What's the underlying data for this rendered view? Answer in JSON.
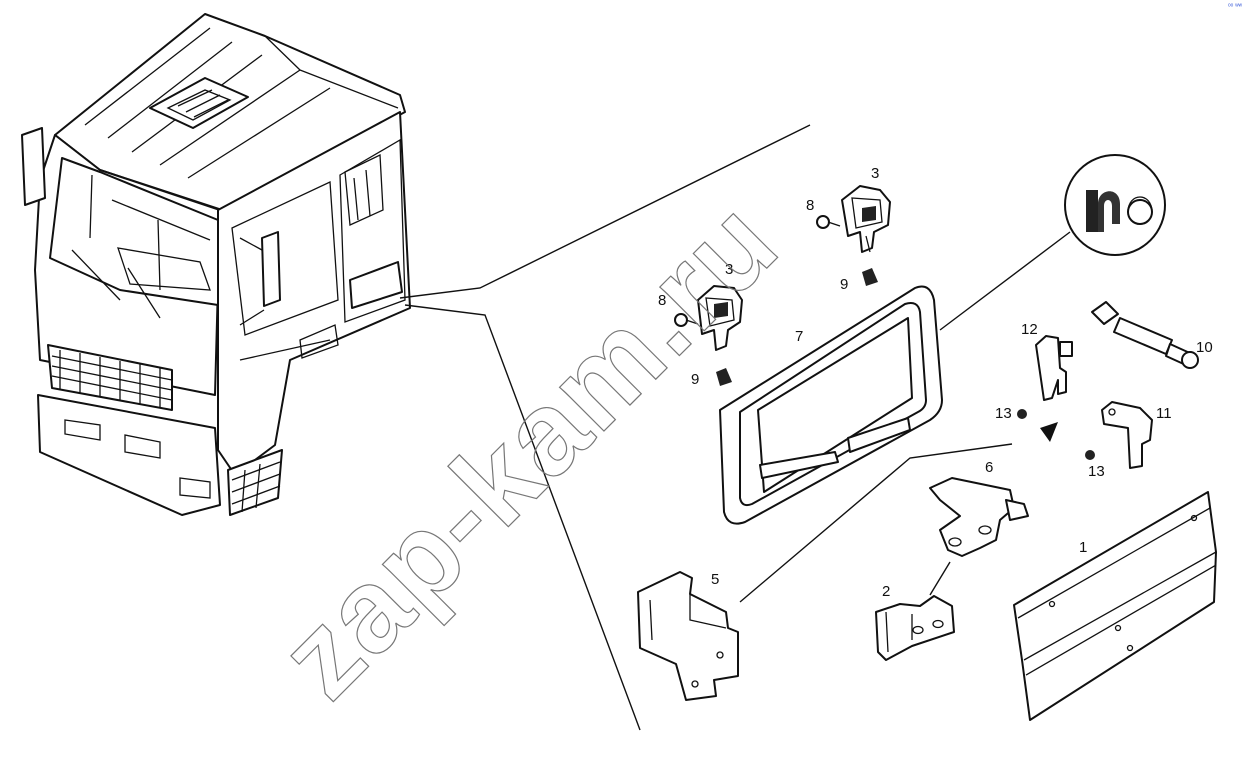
{
  "watermark": "zap-kam.ru",
  "corner_mark": "ᵒᵒ ʷʷ",
  "callouts": {
    "c1": "1",
    "c2": "2",
    "c3a": "3",
    "c3b": "3",
    "c5": "5",
    "c6": "6",
    "c7": "7",
    "c8a": "8",
    "c8b": "8",
    "c9a": "9",
    "c9b": "9",
    "c10": "10",
    "c11": "11",
    "c12": "12",
    "c13a": "13",
    "c13b": "13"
  }
}
